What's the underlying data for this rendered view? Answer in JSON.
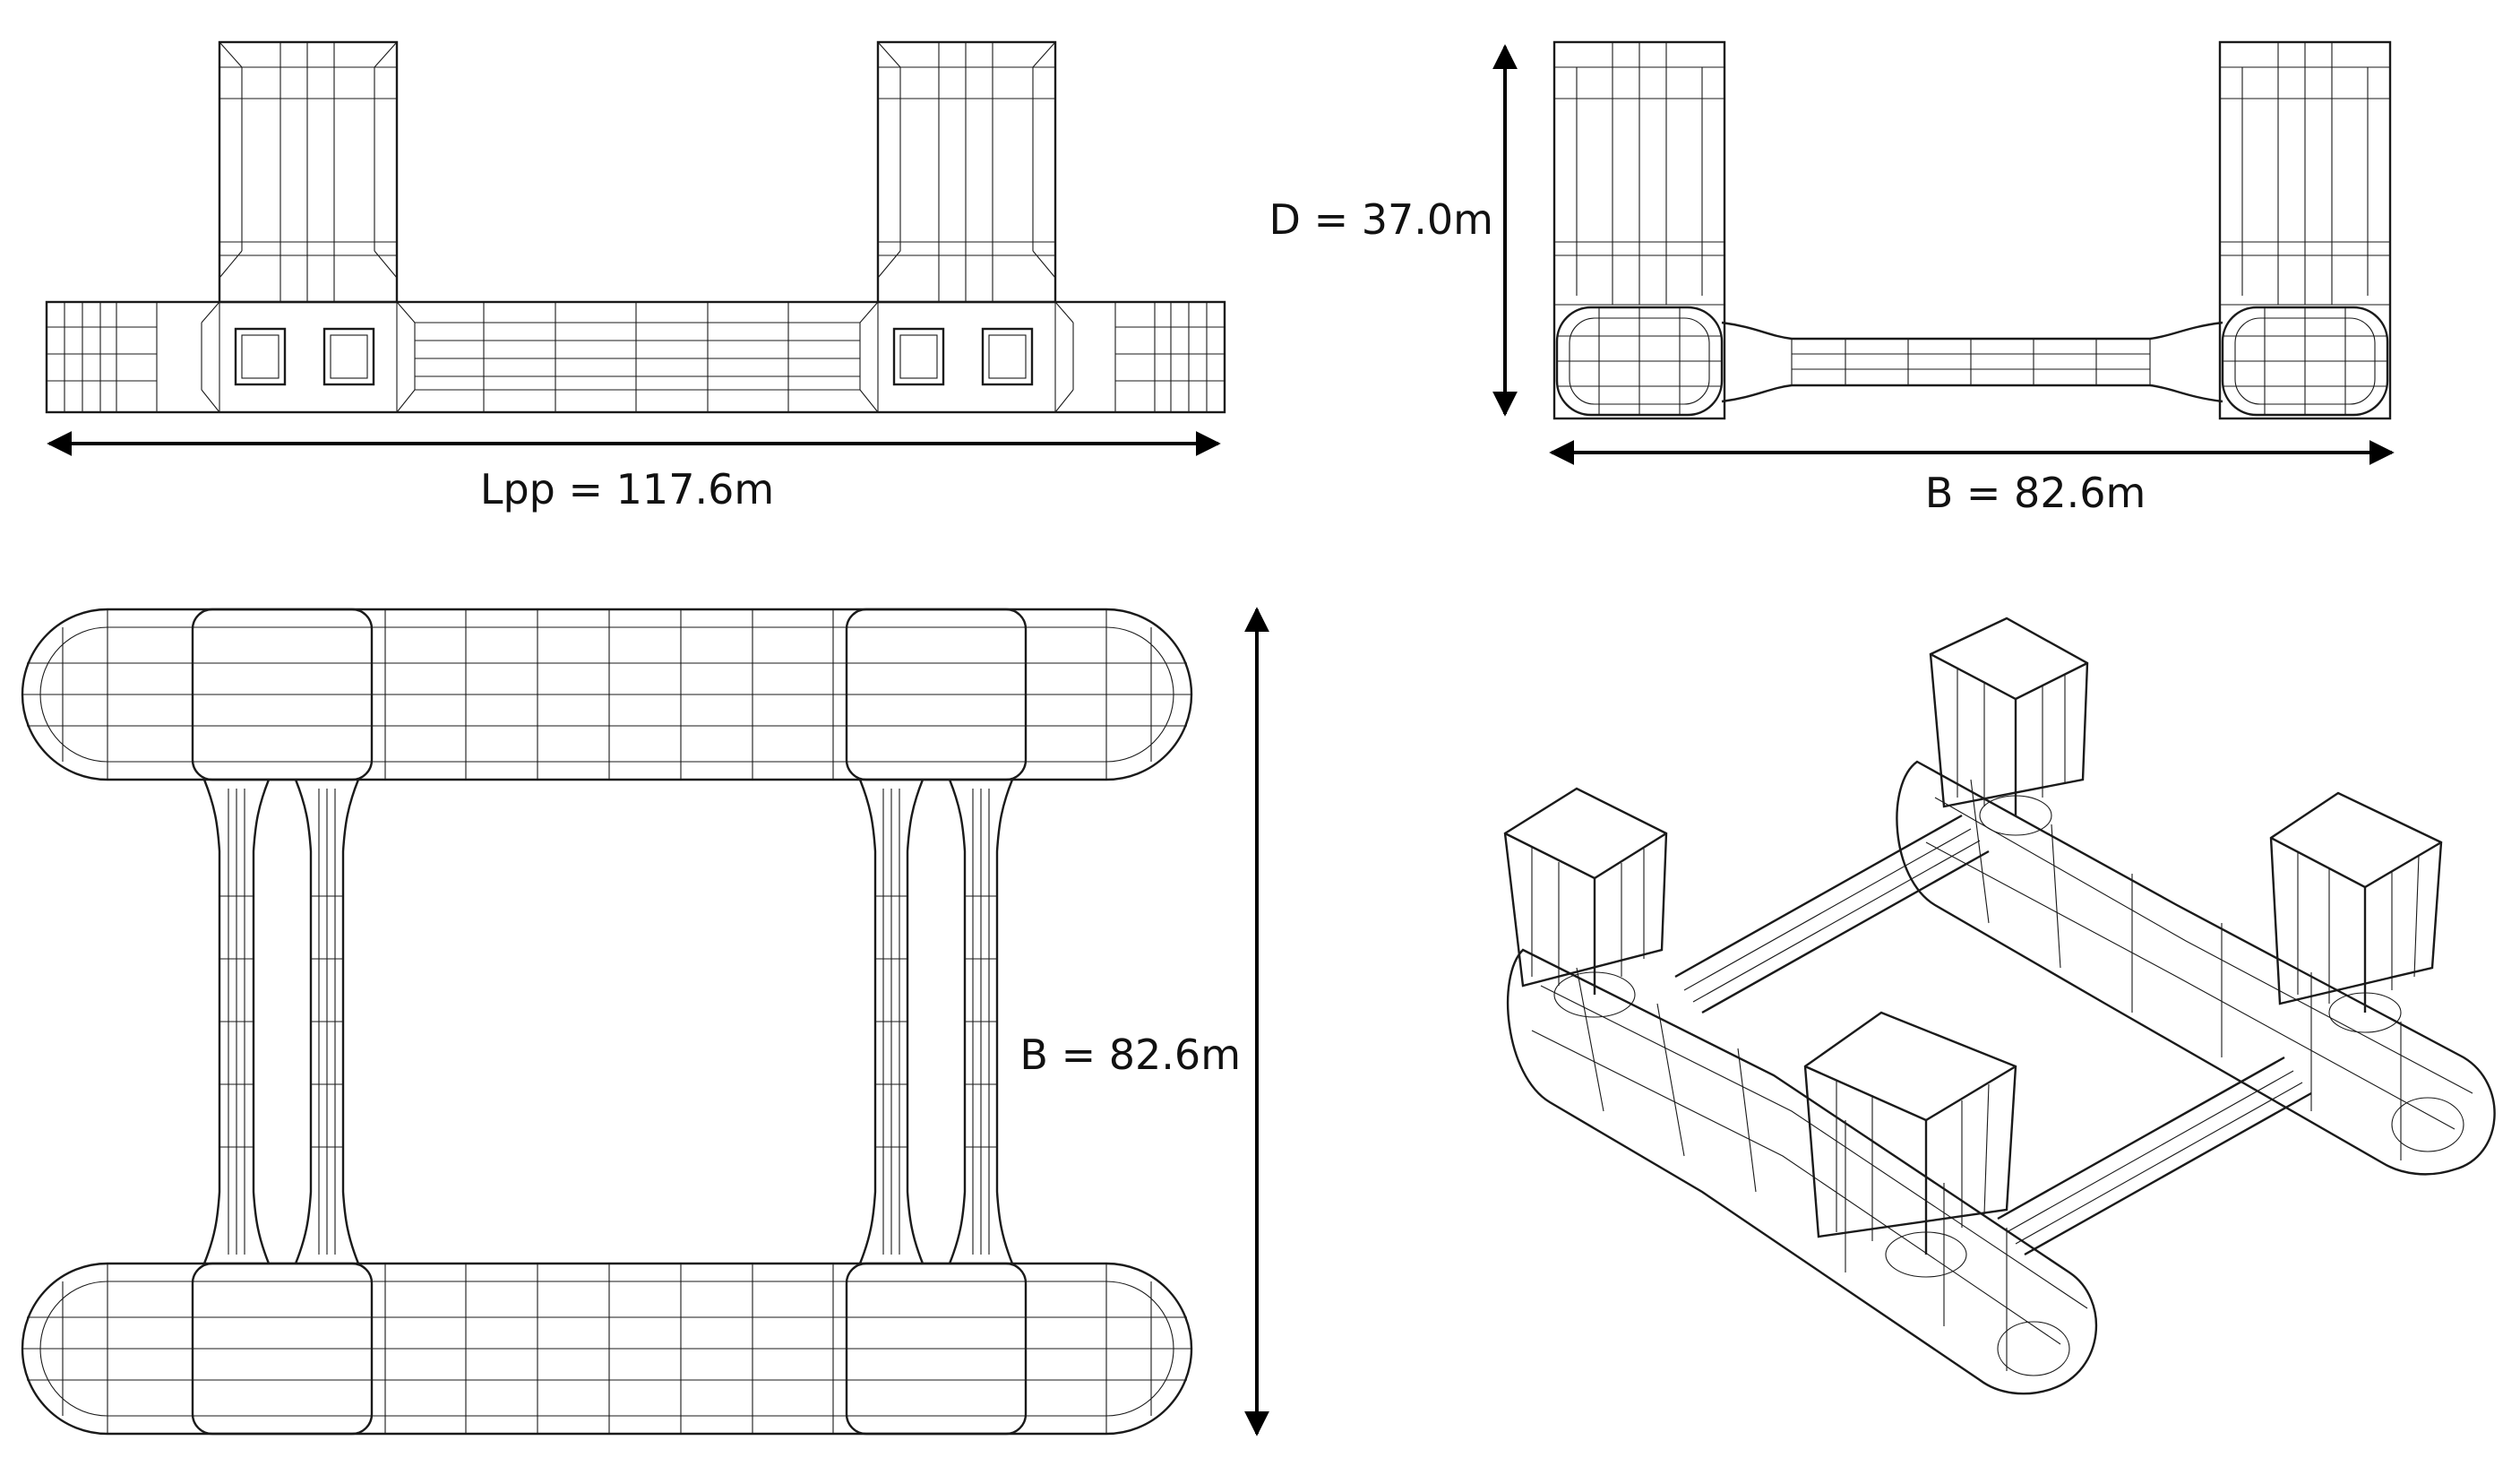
{
  "labels": {
    "side_length": "Lpp = 117.6m",
    "front_depth": "D = 37.0m",
    "front_breadth": "B = 82.6m",
    "plan_breadth": "B = 82.6m"
  },
  "colors": {
    "line": "#1a1a1a",
    "background": "#ffffff"
  }
}
